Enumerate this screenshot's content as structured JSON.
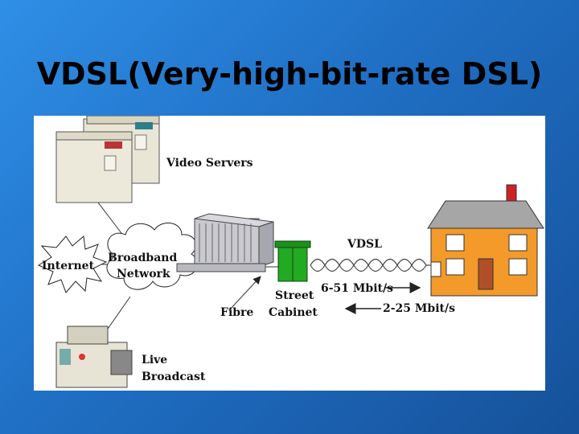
{
  "slide": {
    "title": "VDSL(Very-high-bit-rate DSL)"
  },
  "diagram": {
    "labels": {
      "video_servers": "Video Servers",
      "internet": "Internet",
      "broadband_line1": "Broadband",
      "broadband_line2": "Network",
      "live_line1": "Live",
      "live_line2": "Broadcast",
      "fibre": "Fibre",
      "street_line1": "Street",
      "street_line2": "Cabinet",
      "vdsl": "VDSL",
      "downstream_rate": "6-51 Mbit/s",
      "upstream_rate": "2-25 Mbit/s"
    },
    "icons": [
      "video-server-icon",
      "internet-cloud-icon",
      "broadband-network-cloud-icon",
      "camera-icon",
      "exchange-building-icon",
      "street-cabinet-icon",
      "house-icon"
    ],
    "colors": {
      "background_start": "#2f8fe6",
      "background_end": "#16519a",
      "cabinet": "#22aa22",
      "house": "#f39a2a",
      "roof": "#a6a6a6"
    }
  }
}
